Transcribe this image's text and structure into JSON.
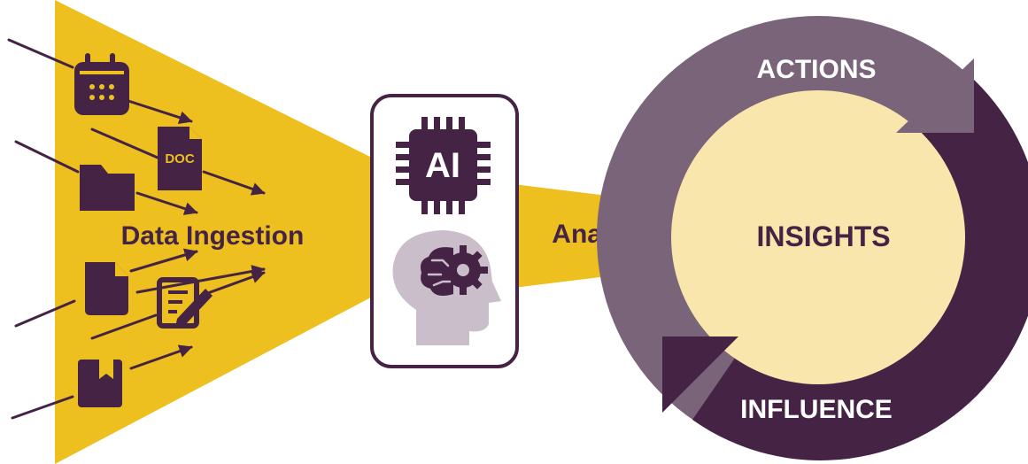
{
  "ingestion": {
    "label": "Data Ingestion"
  },
  "processor": {
    "chip_label": "AI",
    "doc_label": "DOC"
  },
  "analytics": {
    "label": "Analytics"
  },
  "cycle": {
    "insights": "INSIGHTS",
    "actions": "ACTIONS",
    "influence": "INFLUENCE"
  },
  "icons": [
    "calendar-icon",
    "doc-file-icon",
    "folder-icon",
    "document-icon",
    "edit-form-icon",
    "bookmark-book-icon",
    "ai-chip-icon",
    "brain-gear-head-icon"
  ],
  "colors": {
    "gold": "#EDBF1F",
    "dark_purple": "#442345",
    "mid_purple": "#7A6479",
    "pale_yellow": "#F9E6AC",
    "grey_mauve": "#C9BEC9",
    "white": "#FFFFFF"
  }
}
